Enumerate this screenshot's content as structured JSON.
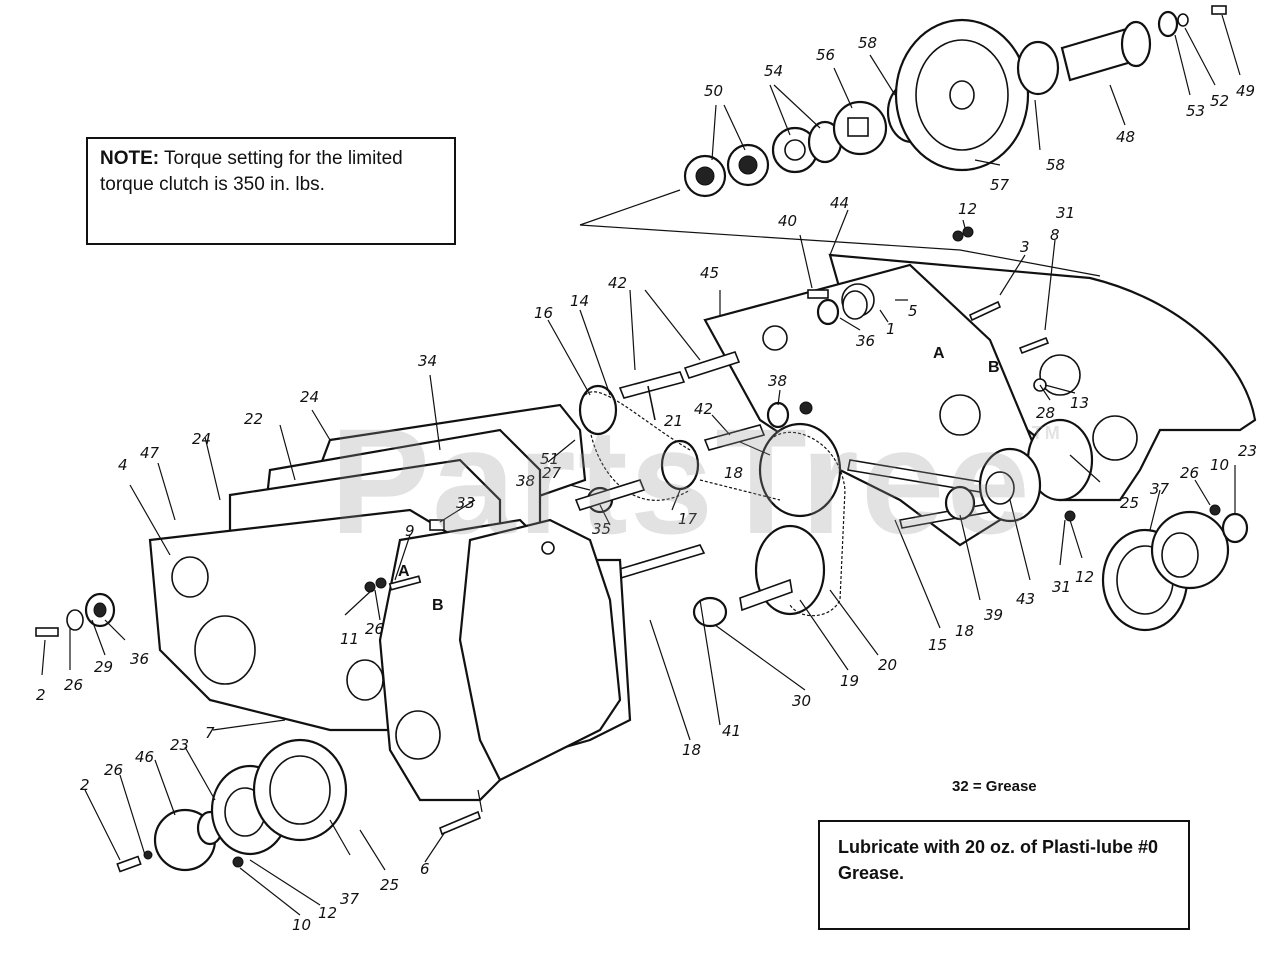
{
  "note": {
    "label": "NOTE:",
    "text": " Torque setting for the limited torque clutch is 350 in. lbs."
  },
  "lubrication_note": "Lubricate with 20 oz. of Plasti-lube #0 Grease.",
  "grease_legend": "32 = Grease",
  "watermark": "PartsTree",
  "watermark_mark": "TM",
  "letters": [
    "A",
    "B",
    "A",
    "B"
  ],
  "callouts": [
    "1",
    "2",
    "2",
    "3",
    "4",
    "5",
    "6",
    "7",
    "8",
    "9",
    "10",
    "10",
    "11",
    "12",
    "12",
    "12",
    "13",
    "14",
    "15",
    "16",
    "17",
    "18",
    "18",
    "18",
    "19",
    "20",
    "21",
    "22",
    "23",
    "23",
    "24",
    "24",
    "25",
    "25",
    "26",
    "26",
    "26",
    "26",
    "27",
    "28",
    "29",
    "30",
    "31",
    "31",
    "33",
    "34",
    "35",
    "36",
    "36",
    "37",
    "37",
    "38",
    "38",
    "39",
    "40",
    "41",
    "42",
    "42",
    "43",
    "44",
    "45",
    "46",
    "47",
    "48",
    "49",
    "50",
    "51",
    "52",
    "53",
    "54",
    "56",
    "57",
    "58",
    "58"
  ]
}
